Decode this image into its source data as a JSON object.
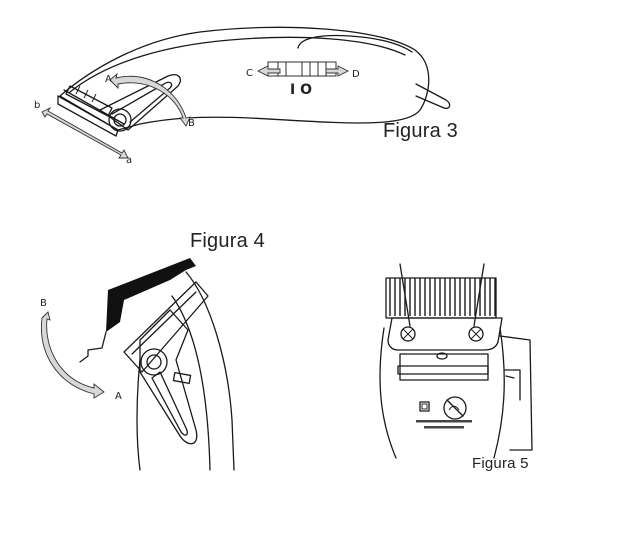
{
  "figures": [
    {
      "caption": "Figura 3",
      "labels": {
        "a_upper": "A",
        "b_upper": "B",
        "a_lower": "a",
        "b_lower": "b",
        "c": "C",
        "d": "D",
        "switch": "I O"
      }
    },
    {
      "caption": "Figura 4",
      "labels": {
        "b": "B",
        "a": "A"
      }
    },
    {
      "caption": "Figura 5",
      "labels": {}
    }
  ],
  "colors": {
    "line": "#1a1a1a",
    "arrow_fill": "#d8d8d8",
    "black_fill": "#111111"
  }
}
